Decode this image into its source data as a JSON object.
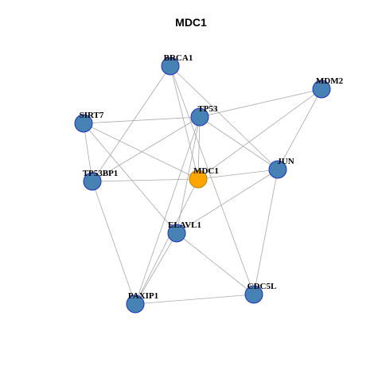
{
  "title": "MDC1",
  "colors": {
    "node_fill": "#4682B4",
    "node_stroke": "#1F2FBF",
    "center_fill": "#FFA500",
    "center_stroke": "#B8860B",
    "edge": "#A8A8A8",
    "background": "#FFFFFF"
  },
  "nodes": [
    {
      "id": "BRCA1",
      "label": "BRCA1",
      "center": false
    },
    {
      "id": "MDM2",
      "label": "MDM2",
      "center": false
    },
    {
      "id": "SIRT7",
      "label": "SIRT7",
      "center": false
    },
    {
      "id": "TP53",
      "label": "TP53",
      "center": false
    },
    {
      "id": "JUN",
      "label": "JUN",
      "center": false
    },
    {
      "id": "TP53BP1",
      "label": "TP53BP1",
      "center": false
    },
    {
      "id": "MDC1",
      "label": "MDC1",
      "center": true
    },
    {
      "id": "ELAVL1",
      "label": "ELAVL1",
      "center": false
    },
    {
      "id": "CDC5L",
      "label": "CDC5L",
      "center": false
    },
    {
      "id": "PAXIP1",
      "label": "PAXIP1",
      "center": false
    }
  ],
  "edges": [
    [
      "BRCA1",
      "TP53BP1"
    ],
    [
      "BRCA1",
      "MDC1"
    ],
    [
      "BRCA1",
      "JUN"
    ],
    [
      "BRCA1",
      "CDC5L"
    ],
    [
      "MDM2",
      "TP53"
    ],
    [
      "MDM2",
      "JUN"
    ],
    [
      "MDM2",
      "MDC1"
    ],
    [
      "SIRT7",
      "TP53"
    ],
    [
      "SIRT7",
      "TP53BP1"
    ],
    [
      "SIRT7",
      "MDC1"
    ],
    [
      "SIRT7",
      "ELAVL1"
    ],
    [
      "TP53",
      "TP53BP1"
    ],
    [
      "TP53",
      "MDC1"
    ],
    [
      "TP53",
      "JUN"
    ],
    [
      "TP53",
      "ELAVL1"
    ],
    [
      "TP53",
      "PAXIP1"
    ],
    [
      "JUN",
      "MDC1"
    ],
    [
      "JUN",
      "ELAVL1"
    ],
    [
      "JUN",
      "CDC5L"
    ],
    [
      "TP53BP1",
      "MDC1"
    ],
    [
      "TP53BP1",
      "PAXIP1"
    ],
    [
      "MDC1",
      "PAXIP1"
    ],
    [
      "ELAVL1",
      "CDC5L"
    ],
    [
      "ELAVL1",
      "PAXIP1"
    ],
    [
      "CDC5L",
      "PAXIP1"
    ]
  ]
}
